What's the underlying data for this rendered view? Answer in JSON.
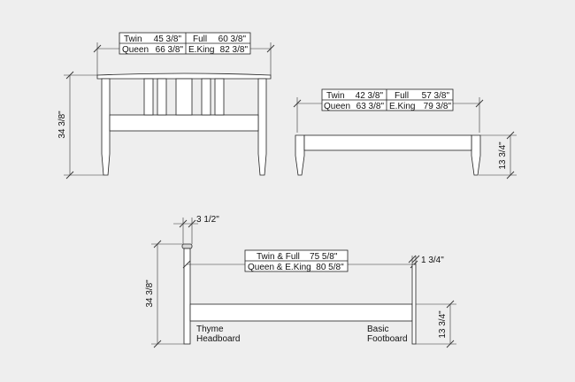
{
  "front_headboard": {
    "table": [
      [
        "Twin",
        "45 3/8\"",
        "Full",
        "60 3/8\""
      ],
      [
        "Queen",
        "66 3/8\"",
        "E.King",
        "82 3/8\""
      ]
    ],
    "height": "34 3/8\""
  },
  "front_footboard": {
    "table": [
      [
        "Twin",
        "42 3/8\"",
        "Full",
        "57 3/8\""
      ],
      [
        "Queen",
        "63 3/8\"",
        "E.King",
        "79 3/8\""
      ]
    ],
    "height": "13 3/4\""
  },
  "side_view": {
    "post_width": "3 1/2\"",
    "headboard_height": "34 3/8\"",
    "length_rows": [
      "Twin & Full    75 5/8\"",
      "Queen & E.King  80 5/8\""
    ],
    "footboard_width": "1 3/4\"",
    "footboard_height": "13 3/4\"",
    "label_headboard": [
      "Thyme",
      "Headboard"
    ],
    "label_footboard": [
      "Basic",
      "Footboard"
    ]
  }
}
